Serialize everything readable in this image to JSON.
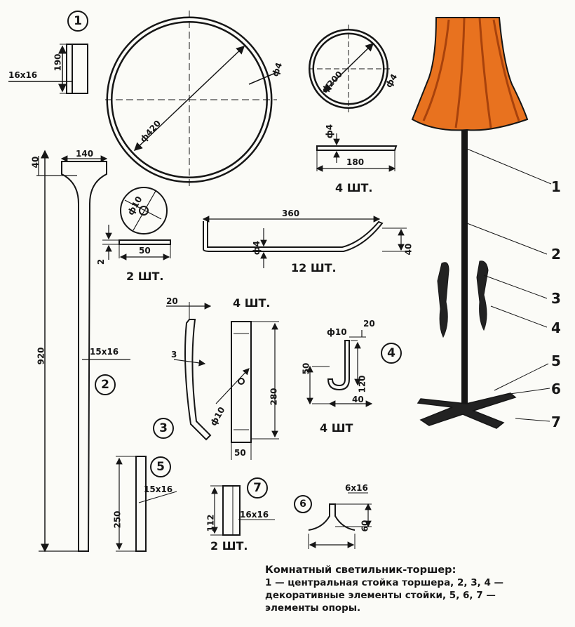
{
  "parts": {
    "p1": {
      "num": "1",
      "length": "190",
      "section": "16x16"
    },
    "p2": {
      "num": "2",
      "total": "920",
      "top": "40",
      "width": "140",
      "section": "15x16"
    },
    "p3": {
      "num": "3",
      "offset": "20",
      "thickness": "3",
      "qty": "4 ШТ."
    },
    "ring_large": {
      "dia": "ф420",
      "wire": "ф4"
    },
    "ring_small": {
      "dia": "ф200",
      "wire": "ф4"
    },
    "disc": {
      "dia": "ф10",
      "width": "50",
      "thick": "2",
      "qty": "2 ШТ."
    },
    "rod": {
      "dia": "ф4",
      "length": "180",
      "qty": "4 ШТ."
    },
    "rib": {
      "length": "360",
      "dia": "ф4",
      "height": "40",
      "qty": "12 ШТ."
    },
    "bar": {
      "length": "280",
      "hole": "ф10",
      "width": "50"
    },
    "p4": {
      "num": "4",
      "hook": "ф10",
      "top": "20",
      "left": "50",
      "height": "120",
      "base": "40",
      "qty": "4 ШТ"
    },
    "p5": {
      "num": "5",
      "length": "250",
      "section": "15x16"
    },
    "p6": {
      "num": "6",
      "section": "6x16",
      "height": "60"
    },
    "p7": {
      "num": "7",
      "length": "112",
      "section": "16x16",
      "qty": "2 ШТ."
    }
  },
  "callouts": [
    "1",
    "2",
    "3",
    "4",
    "5",
    "6",
    "7"
  ],
  "caption": {
    "title": "Комнатный светильник-торшер:",
    "line1": "1 — центральная стойка торшера, 2, 3, 4 —",
    "line2": "декоративные элементы стойки, 5, 6, 7 —",
    "line3": "элементы опоры."
  },
  "colors": {
    "ink": "#161616",
    "shade": "#e8721f",
    "shade_dark": "#a8420c",
    "paper": "#fbfbf7"
  }
}
